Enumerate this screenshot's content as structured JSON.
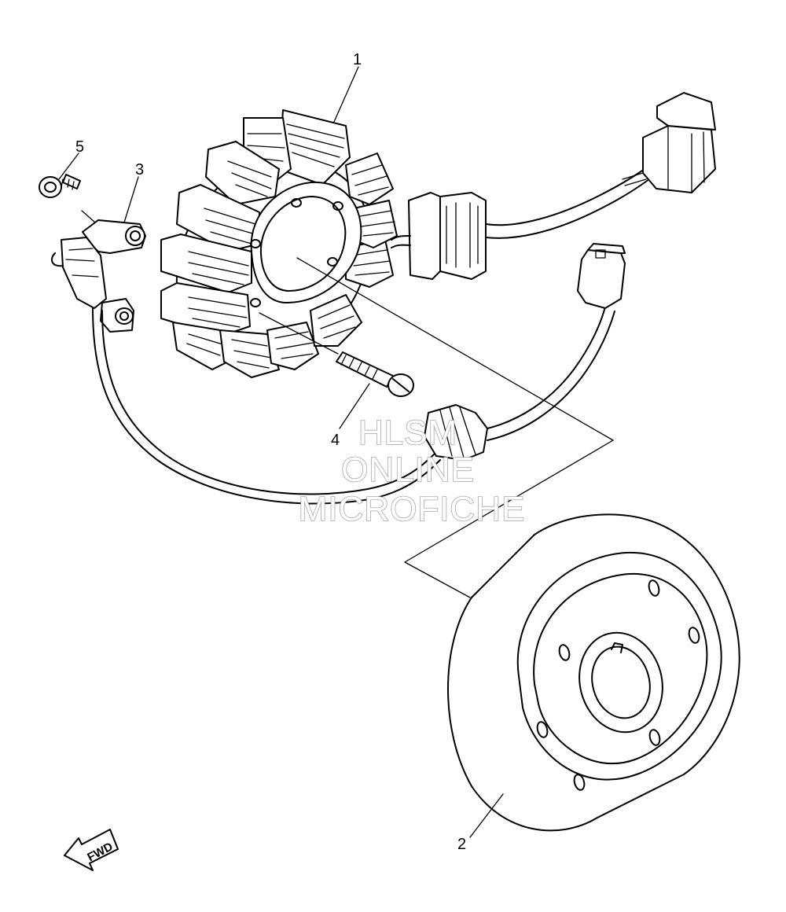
{
  "callouts": {
    "part_1": "1",
    "part_2": "2",
    "part_3": "3",
    "part_4": "4",
    "part_5": "5"
  },
  "watermark": {
    "line1": "HLSM",
    "line2": "ONLINE",
    "line3": "MICROFICHE"
  },
  "direction_arrow": {
    "label": "FWD"
  },
  "colors": {
    "line": "#000000",
    "watermark_outline": "#a9a9a9",
    "background": "#ffffff"
  }
}
